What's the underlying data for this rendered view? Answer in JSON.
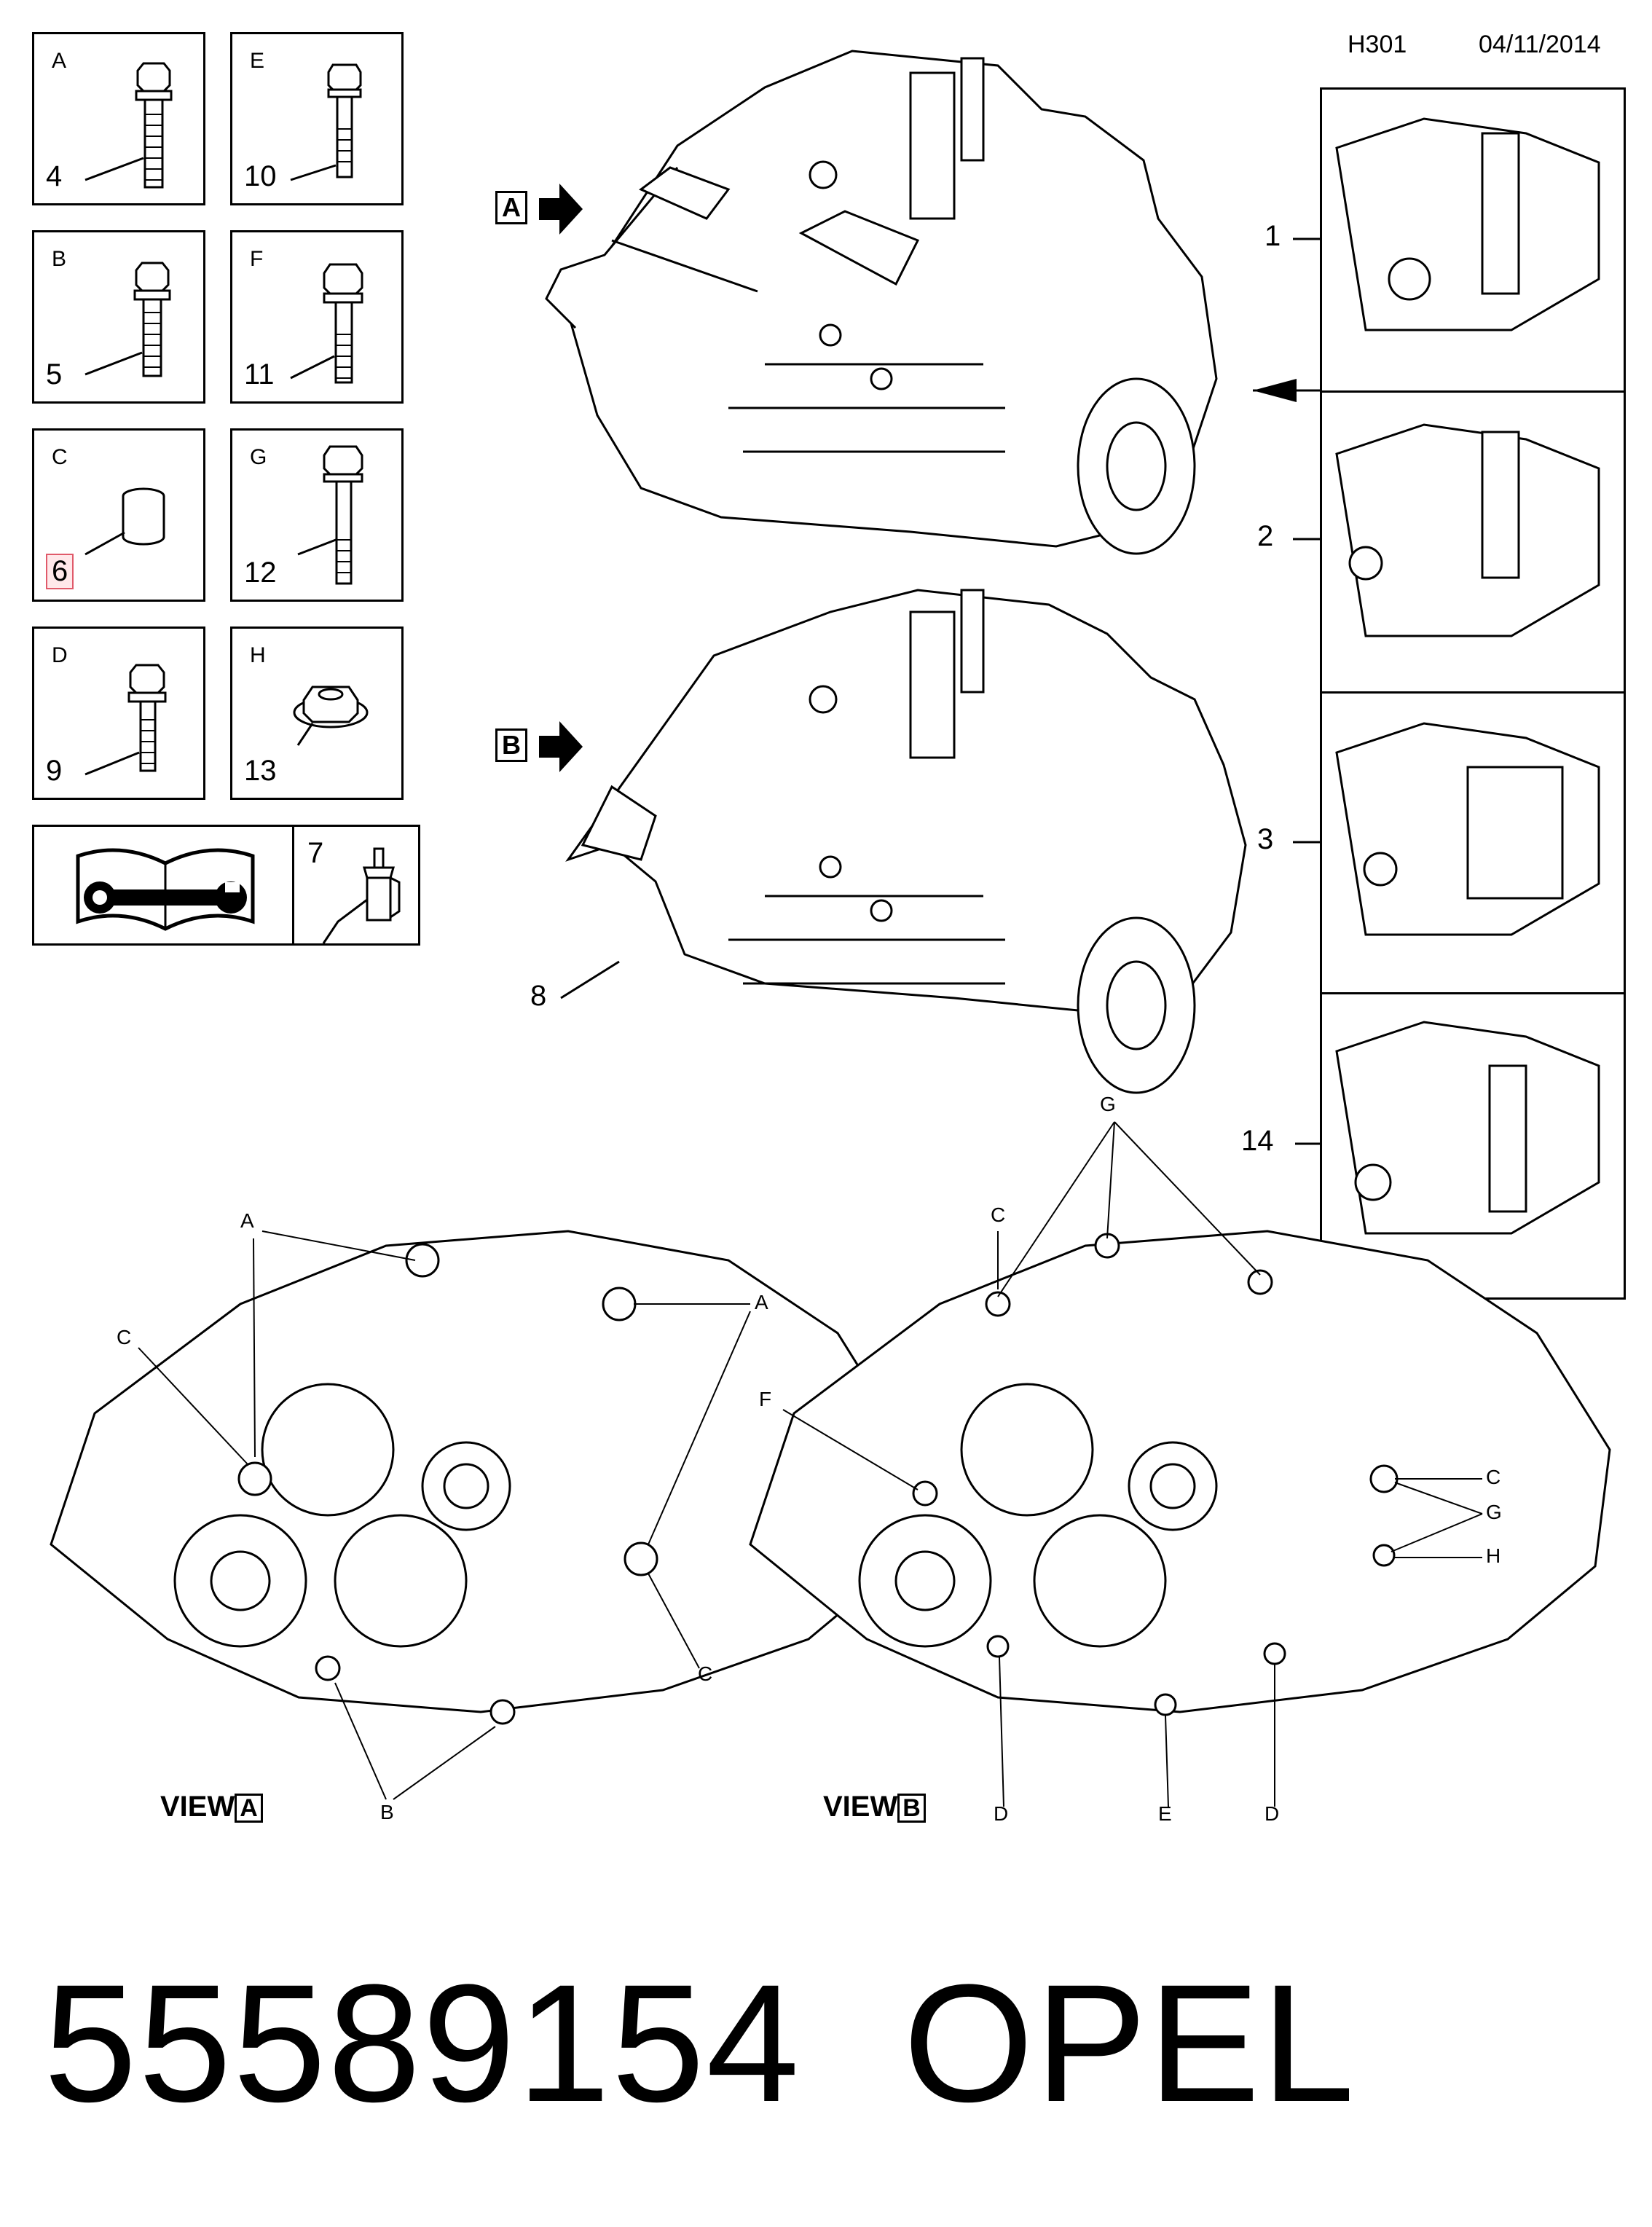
{
  "header": {
    "code": "H301",
    "date": "04/11/2014"
  },
  "fasteners": [
    {
      "letter": "A",
      "number": "4"
    },
    {
      "letter": "E",
      "number": "10"
    },
    {
      "letter": "B",
      "number": "5"
    },
    {
      "letter": "F",
      "number": "11"
    },
    {
      "letter": "C",
      "number": "6"
    },
    {
      "letter": "G",
      "number": "12"
    },
    {
      "letter": "D",
      "number": "9"
    },
    {
      "letter": "H",
      "number": "13"
    }
  ],
  "manual_box": {
    "sealant_number": "7",
    "icons": [
      "manual-wrench-icon",
      "sealant-tube-icon"
    ]
  },
  "main_views": {
    "arrow_a": "A",
    "arrow_b": "B",
    "housing_number": "8"
  },
  "detail_insets": [
    "1",
    "2",
    "3",
    "14"
  ],
  "view_a": {
    "title": "VIEW",
    "tag": "A",
    "labels": {
      "a_top": "A",
      "a_right": "A",
      "c_left": "C",
      "c_right": "C",
      "b_bottom": "B"
    }
  },
  "view_b": {
    "title": "VIEW",
    "tag": "B",
    "labels": {
      "g_top": "G",
      "c_top": "C",
      "f_left": "F",
      "c_right": "C",
      "g_right": "G",
      "h_right": "H",
      "d_left": "D",
      "e_bottom": "E",
      "d_right": "D"
    }
  },
  "footer": {
    "part_number": "55589154",
    "brand": "OPEL"
  }
}
